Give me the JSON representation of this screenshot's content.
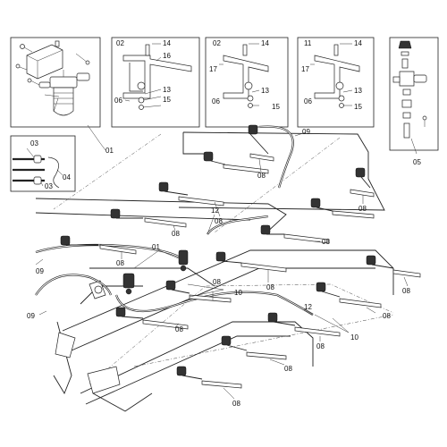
{
  "colors": {
    "line": "#222222",
    "background": "#ffffff"
  },
  "callouts": {
    "box1": {
      "item": "01"
    },
    "box2": {
      "a": "02",
      "b": "14",
      "c": "16",
      "d": "06",
      "e": "13",
      "f": "15"
    },
    "box3": {
      "a": "02",
      "b": "14",
      "c": "17",
      "d": "06",
      "e": "13",
      "f": "15"
    },
    "box4": {
      "a": "11",
      "b": "14",
      "c": "17",
      "d": "06",
      "e": "13",
      "f": "15"
    },
    "box5": {
      "item": "05"
    },
    "hosebox": {
      "a": "03",
      "b": "04",
      "c": "03"
    },
    "main": {
      "n09_top": "09",
      "n08_1": "08",
      "n08_2": "08",
      "n08_3": "08",
      "n08_4": "08",
      "n08_5": "08",
      "n08_6": "08",
      "n08_7": "08",
      "n08_8": "08",
      "n08_9": "08",
      "n08_10": "08",
      "n08_11": "08",
      "n08_12": "08",
      "n08_13": "08",
      "n12_a": "12",
      "n12_b": "12",
      "n01": "01",
      "n09_left": "09",
      "n09_mid": "09",
      "n10_a": "10",
      "n10_b": "10"
    }
  }
}
